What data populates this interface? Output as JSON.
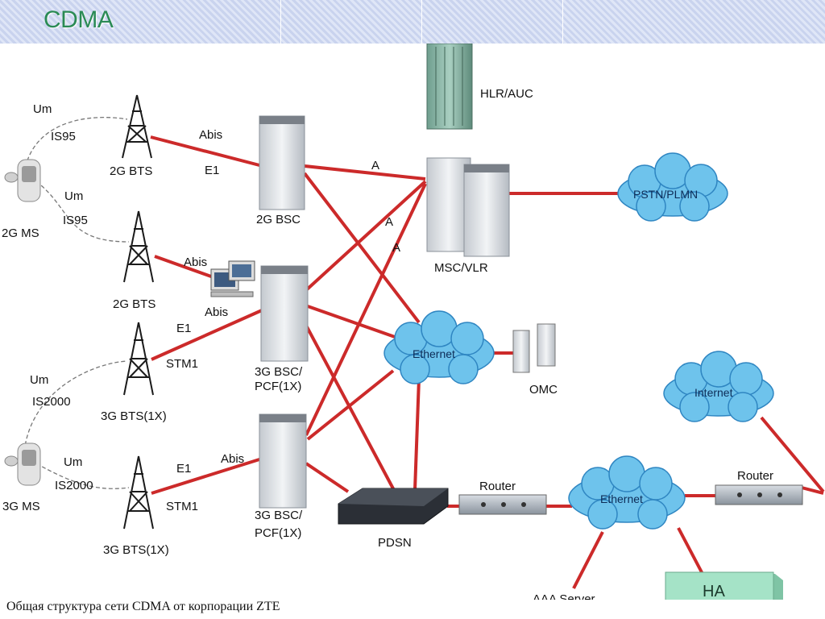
{
  "header": {
    "title": "CDMA"
  },
  "caption": "Общая структура сети CDMA от корпорации ZTE",
  "labels": {
    "um1": "Um",
    "is95_1": "IS95",
    "um2": "Um",
    "is95_2": "IS95",
    "ms2g": "2G MS",
    "bts2g_1": "2G BTS",
    "bts2g_2": "2G BTS",
    "abis1": "Abis",
    "e1_1": "E1",
    "bsc2g": "2G BSC",
    "abis2": "Abis",
    "abis3": "Abis",
    "a1": "A",
    "a2": "A",
    "a3": "A",
    "hlr": "HLR/AUC",
    "msc": "MSC/VLR",
    "pstn": "PSTN/PLMN",
    "e1_2": "E1",
    "stm1_1": "STM1",
    "bsc3g_1a": "3G BSC/",
    "bsc3g_1b": "PCF(1X)",
    "ethernet1": "Ethernet",
    "omc": "OMC",
    "um3": "Um",
    "is2000_1": "IS2000",
    "bts3g_1": "3G BTS(1X)",
    "internet": "Internet",
    "ms3g": "3G MS",
    "um4": "Um",
    "is2000_2": "IS2000",
    "e1_3": "E1",
    "abis4": "Abis",
    "stm1_2": "STM1",
    "bsc3g_2a": "3G BSC/",
    "bsc3g_2b": "PCF(1X)",
    "bts3g_2": "3G BTS(1X)",
    "router1": "Router",
    "router2": "Router",
    "ethernet2": "Ethernet",
    "pdsn": "PDSN",
    "aaa": "AAA Server",
    "ha": "HA"
  },
  "colors": {
    "link": "#cc2a2a",
    "cloud": "#6ec3ec",
    "cloud_stroke": "#2f86c2",
    "ha_box": "#a5e3c7",
    "title": "#2a8a55"
  }
}
